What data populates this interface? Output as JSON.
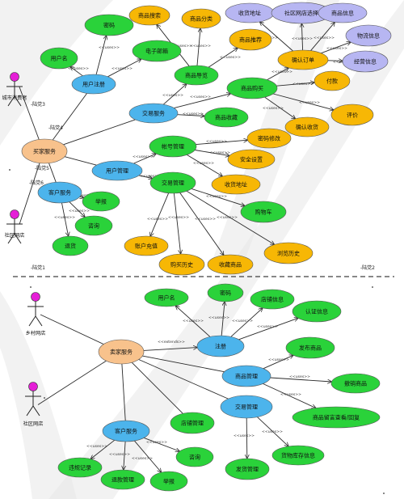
{
  "colors": {
    "blue": "#4cb4ec",
    "green": "#2ad23a",
    "yellow": "#f7b705",
    "lavender": "#b7b6f2",
    "orange": "#f8c28c",
    "actor_head": "#e51ed7",
    "line": "#2a2a2a",
    "swoosh": "#e8e8e8"
  },
  "actors": [
    {
      "id": "a_city",
      "name": "城市消费者"
    },
    {
      "id": "a_comm1",
      "name": "社区网店"
    },
    {
      "id": "a_rural",
      "name": "乡村网店"
    },
    {
      "id": "a_comm2",
      "name": "社区网店"
    }
  ],
  "nodes": [
    {
      "id": "n1",
      "label": "密码",
      "color": "green"
    },
    {
      "id": "n2",
      "label": "商品搜索",
      "color": "yellow"
    },
    {
      "id": "n3",
      "label": "商品分类",
      "color": "yellow"
    },
    {
      "id": "n4",
      "label": "收货地址",
      "color": "lavender"
    },
    {
      "id": "n5",
      "label": "社区网店选择",
      "color": "lavender"
    },
    {
      "id": "n6",
      "label": "商品信息",
      "color": "lavender"
    },
    {
      "id": "n7",
      "label": "物流信息",
      "color": "lavender"
    },
    {
      "id": "n8",
      "label": "经营信息",
      "color": "lavender"
    },
    {
      "id": "n9",
      "label": "用户名",
      "color": "green"
    },
    {
      "id": "n10",
      "label": "电子邮箱",
      "color": "green"
    },
    {
      "id": "n11",
      "label": "商品推荐",
      "color": "yellow"
    },
    {
      "id": "n12",
      "label": "确认订单",
      "color": "yellow"
    },
    {
      "id": "n13",
      "label": "用户注册",
      "color": "blue"
    },
    {
      "id": "n14",
      "label": "商品导览",
      "color": "green"
    },
    {
      "id": "n15",
      "label": "付款",
      "color": "yellow"
    },
    {
      "id": "n16",
      "label": "商品购买",
      "color": "green"
    },
    {
      "id": "n17",
      "label": "交易服务",
      "color": "blue"
    },
    {
      "id": "n18",
      "label": "商品收藏",
      "color": "green"
    },
    {
      "id": "n19",
      "label": "评价",
      "color": "yellow"
    },
    {
      "id": "n20",
      "label": "确认收货",
      "color": "yellow"
    },
    {
      "id": "n21",
      "label": "买家服务",
      "color": "orange"
    },
    {
      "id": "n22",
      "label": "密码修改",
      "color": "yellow"
    },
    {
      "id": "n23",
      "label": "帐号管理",
      "color": "green"
    },
    {
      "id": "n24",
      "label": "安全设置",
      "color": "yellow"
    },
    {
      "id": "n25",
      "label": "用户管理",
      "color": "blue"
    },
    {
      "id": "n26",
      "label": "收货地址",
      "color": "yellow"
    },
    {
      "id": "n27",
      "label": "交易管理",
      "color": "green"
    },
    {
      "id": "n28",
      "label": "客户服务",
      "color": "blue"
    },
    {
      "id": "n29",
      "label": "举报",
      "color": "green"
    },
    {
      "id": "n30",
      "label": "购物车",
      "color": "green"
    },
    {
      "id": "n31",
      "label": "咨询",
      "color": "green"
    },
    {
      "id": "n32",
      "label": "退货",
      "color": "green"
    },
    {
      "id": "n33",
      "label": "账户充值",
      "color": "yellow"
    },
    {
      "id": "n34",
      "label": "购买历史",
      "color": "yellow"
    },
    {
      "id": "n35",
      "label": "收藏商品",
      "color": "yellow"
    },
    {
      "id": "n36",
      "label": "浏览历史",
      "color": "yellow"
    },
    {
      "id": "n37",
      "label": "用户名",
      "color": "green"
    },
    {
      "id": "n38",
      "label": "密码",
      "color": "green"
    },
    {
      "id": "n39",
      "label": "店铺信息",
      "color": "green"
    },
    {
      "id": "n40",
      "label": "认证信息",
      "color": "green"
    },
    {
      "id": "n41",
      "label": "卖家服务",
      "color": "orange"
    },
    {
      "id": "n42",
      "label": "注册",
      "color": "blue"
    },
    {
      "id": "n43",
      "label": "发布商品",
      "color": "green"
    },
    {
      "id": "n44",
      "label": "商品管理",
      "color": "blue"
    },
    {
      "id": "n45",
      "label": "撤销商品",
      "color": "green"
    },
    {
      "id": "n46",
      "label": "交易管理",
      "color": "blue"
    },
    {
      "id": "n47",
      "label": "商品留言查看/回复",
      "color": "green"
    },
    {
      "id": "n48",
      "label": "店铺管理",
      "color": "green"
    },
    {
      "id": "n49",
      "label": "客户服务",
      "color": "blue"
    },
    {
      "id": "n50",
      "label": "咨询",
      "color": "green"
    },
    {
      "id": "n51",
      "label": "货物库存信息",
      "color": "green"
    },
    {
      "id": "n52",
      "label": "违规记录",
      "color": "green"
    },
    {
      "id": "n53",
      "label": "退款管理",
      "color": "green"
    },
    {
      "id": "n54",
      "label": "举报",
      "color": "green"
    },
    {
      "id": "n55",
      "label": "发货管理",
      "color": "green"
    }
  ],
  "boundaries": [
    "-陆党1",
    "-陆党2"
  ],
  "stereotypes": {
    "uses": "<<uses>>",
    "extends": "<<extends>>"
  },
  "edge_labels": [
    {
      "id": "el1",
      "text": "-陆党3"
    },
    {
      "id": "el2",
      "text": "-陆党4"
    },
    {
      "id": "el3",
      "text": "-陆党5"
    },
    {
      "id": "el4",
      "text": "-陆党6"
    }
  ],
  "edges": [
    {
      "from": "a_city",
      "to": "n21",
      "type": "plain"
    },
    {
      "from": "a_comm1",
      "to": "n21",
      "type": "plain"
    },
    {
      "from": "n21",
      "to": "n13",
      "type": "plain"
    },
    {
      "from": "n21",
      "to": "n17",
      "type": "plain"
    },
    {
      "from": "n21",
      "to": "n25",
      "type": "plain"
    },
    {
      "from": "n21",
      "to": "n28",
      "type": "plain"
    },
    {
      "from": "n13",
      "to": "n9",
      "type": "uses"
    },
    {
      "from": "n13",
      "to": "n1",
      "type": "uses"
    },
    {
      "from": "n13",
      "to": "n10",
      "type": "uses"
    },
    {
      "from": "n17",
      "to": "n14",
      "type": "uses"
    },
    {
      "from": "n17",
      "to": "n16",
      "type": "uses"
    },
    {
      "from": "n17",
      "to": "n18",
      "type": "uses"
    },
    {
      "from": "n14",
      "to": "n2",
      "type": "uses"
    },
    {
      "from": "n14",
      "to": "n3",
      "type": "uses"
    },
    {
      "from": "n14",
      "to": "n11",
      "type": "uses"
    },
    {
      "from": "n16",
      "to": "n12",
      "type": "uses"
    },
    {
      "from": "n16",
      "to": "n15",
      "type": "uses"
    },
    {
      "from": "n16",
      "to": "n19",
      "type": "uses"
    },
    {
      "from": "n16",
      "to": "n20",
      "type": "uses"
    },
    {
      "from": "n12",
      "to": "n4",
      "type": "uses"
    },
    {
      "from": "n12",
      "to": "n5",
      "type": "uses"
    },
    {
      "from": "n12",
      "to": "n6",
      "type": "uses"
    },
    {
      "from": "n12",
      "to": "n7",
      "type": "uses"
    },
    {
      "from": "n12",
      "to": "n8",
      "type": "uses"
    },
    {
      "from": "n25",
      "to": "n23",
      "type": "uses"
    },
    {
      "from": "n25",
      "to": "n27",
      "type": "uses"
    },
    {
      "from": "n23",
      "to": "n22",
      "type": "uses"
    },
    {
      "from": "n23",
      "to": "n24",
      "type": "uses"
    },
    {
      "from": "n23",
      "to": "n26",
      "type": "uses"
    },
    {
      "from": "n27",
      "to": "n30",
      "type": "uses"
    },
    {
      "from": "n27",
      "to": "n33",
      "type": "uses"
    },
    {
      "from": "n27",
      "to": "n34",
      "type": "uses"
    },
    {
      "from": "n27",
      "to": "n35",
      "type": "uses"
    },
    {
      "from": "n27",
      "to": "n36",
      "type": "uses"
    },
    {
      "from": "n28",
      "to": "n29",
      "type": "uses"
    },
    {
      "from": "n28",
      "to": "n31",
      "type": "uses"
    },
    {
      "from": "n28",
      "to": "n32",
      "type": "uses"
    },
    {
      "from": "a_rural",
      "to": "n41",
      "type": "plain"
    },
    {
      "from": "a_comm2",
      "to": "n41",
      "type": "plain"
    },
    {
      "from": "n41",
      "to": "n42",
      "type": "extends"
    },
    {
      "from": "n41",
      "to": "n44",
      "type": "plain"
    },
    {
      "from": "n41",
      "to": "n46",
      "type": "plain"
    },
    {
      "from": "n41",
      "to": "n48",
      "type": "plain"
    },
    {
      "from": "n41",
      "to": "n49",
      "type": "plain"
    },
    {
      "from": "n42",
      "to": "n37",
      "type": "uses"
    },
    {
      "from": "n42",
      "to": "n38",
      "type": "uses"
    },
    {
      "from": "n42",
      "to": "n39",
      "type": "uses"
    },
    {
      "from": "n42",
      "to": "n40",
      "type": "uses"
    },
    {
      "from": "n44",
      "to": "n43",
      "type": "uses"
    },
    {
      "from": "n44",
      "to": "n45",
      "type": "uses"
    },
    {
      "from": "n44",
      "to": "n47",
      "type": "uses"
    },
    {
      "from": "n46",
      "to": "n51",
      "type": "uses"
    },
    {
      "from": "n46",
      "to": "n55",
      "type": "uses"
    },
    {
      "from": "n49",
      "to": "n50",
      "type": "uses"
    },
    {
      "from": "n49",
      "to": "n52",
      "type": "uses"
    },
    {
      "from": "n49",
      "to": "n53",
      "type": "uses"
    },
    {
      "from": "n49",
      "to": "n54",
      "type": "uses"
    }
  ]
}
